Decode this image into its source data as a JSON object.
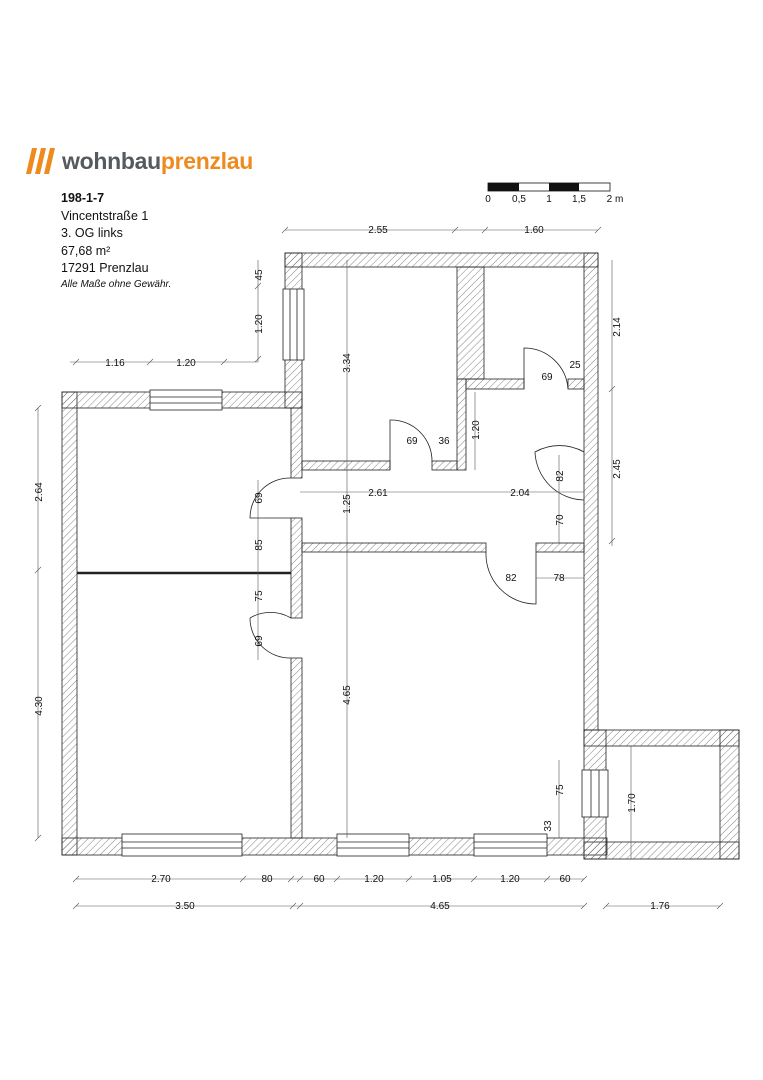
{
  "brand": {
    "name_part1": "wohnbau",
    "name_part2": "prenzlau",
    "colors": {
      "stripes": "#ef8a1e",
      "text_gray": "#555a5e",
      "text_orange": "#ef8a1e"
    }
  },
  "info": {
    "id": "198-1-7",
    "street": "Vincentstraße 1",
    "floor": "3. OG links",
    "area": "67,68 m²",
    "city": "17291 Prenzlau",
    "note": "Alle Maße ohne Gewähr."
  },
  "scale": {
    "labels": [
      "0",
      "0,5",
      "1",
      "1,5",
      "2 m"
    ]
  },
  "dimensions": {
    "top_1": "2.55",
    "top_2": "1.60",
    "left_a": "1.16",
    "left_b": "1.20",
    "bath_win_45": "45",
    "bath_win_120": "1.20",
    "right_214": "2.14",
    "right_245": "2.45",
    "left_264": "2.64",
    "left_430": "4.30",
    "room_334": "3.34",
    "door_69_a": "69",
    "d_36": "36",
    "d_120_v": "1.20",
    "door_69_b": "69",
    "d_25": "25",
    "hall_261": "2.61",
    "hall_204": "2.04",
    "hall_125": "1.25",
    "d_82_v": "82",
    "d_70": "70",
    "door_69_c": "69",
    "d_85": "85",
    "d_75_a": "75",
    "door_69_d": "69",
    "door_82": "82",
    "d_78": "78",
    "room_465": "4.65",
    "d_75_b": "75",
    "d_33": "33",
    "balcony_170": "1.70",
    "bottom_270": "2.70",
    "bottom_80": "80",
    "bottom_60_a": "60",
    "bottom_120_a": "1.20",
    "bottom_105": "1.05",
    "bottom_120_b": "1.20",
    "bottom_60_b": "60",
    "bottom_350": "3.50",
    "bottom_465": "4.65",
    "bottom_176": "1.76"
  }
}
